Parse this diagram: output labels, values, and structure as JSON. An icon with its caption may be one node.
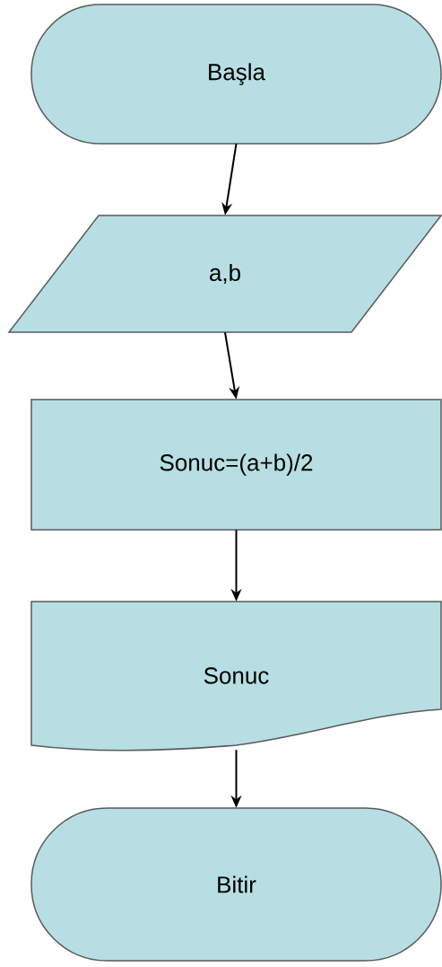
{
  "diagram": {
    "nodes": [
      {
        "text": [
          "Başla"
        ]
      },
      {
        "text": [
          "a,b"
        ]
      },
      {
        "text": [
          "Sonuc=(a+b)/2"
        ]
      },
      {
        "text": [
          "Sonuc"
        ]
      },
      {
        "text": [
          "Bitir"
        ]
      }
    ],
    "edges": [
      {
        "from": 0,
        "to": 1,
        "arrow": "to"
      },
      {
        "from": 1,
        "to": 2,
        "arrow": "to"
      },
      {
        "from": 2,
        "to": 3,
        "arrow": "to"
      },
      {
        "from": 3,
        "to": 4,
        "arrow": "to"
      }
    ]
  }
}
